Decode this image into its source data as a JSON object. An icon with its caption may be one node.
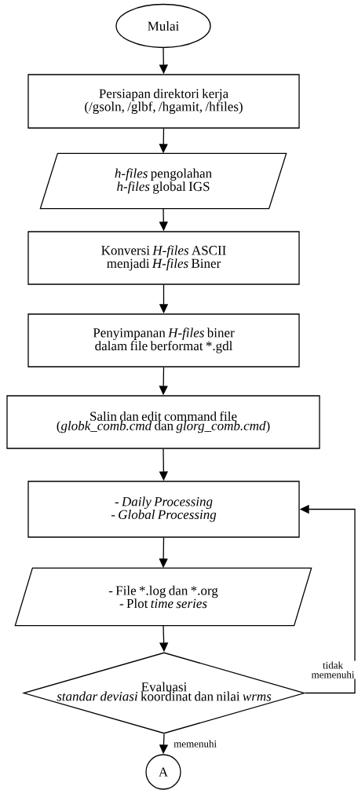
{
  "diagram": {
    "nodes": [
      {
        "text": [
          "Mulai"
        ]
      },
      {
        "text": [
          "Persiapan direktori kerja (/gsoln, /glbf, /hgamit, /hfiles)"
        ]
      },
      {
        "text": [
          "*h-files* pengolahan *h-files* global IGS"
        ]
      },
      {
        "text": [
          "Konversi *H-files* ASCII menjadi *H-files* Biner"
        ]
      },
      {
        "text": [
          "Penyimpanan *H-files* biner dalam file berformat *.gdl"
        ]
      },
      {
        "text": [
          "Salin dan edit command file (*globk_comb.cmd* dan *glorg_comb.cmd*)"
        ]
      },
      {
        "text": [
          "- *Daily Processing*",
          "- *Global Processing*"
        ]
      },
      {
        "text": [
          "- File *.log dan *.org",
          "- Plot *time series*"
        ]
      },
      {
        "text": [
          "Evaluasi",
          "*standar deviasi* koordinat dan nilai *wrms*"
        ]
      },
      {
        "text": [
          "A"
        ]
      }
    ],
    "edges": [
      {
        "from": 0,
        "to": 1,
        "arrow": "to"
      },
      {
        "from": 1,
        "to": 2,
        "arrow": "to"
      },
      {
        "from": 2,
        "to": 3,
        "arrow": "to"
      },
      {
        "from": 3,
        "to": 4,
        "arrow": "to"
      },
      {
        "from": 4,
        "to": 5,
        "arrow": "to"
      },
      {
        "from": 5,
        "to": 6,
        "arrow": "to"
      },
      {
        "from": 6,
        "to": 7,
        "arrow": "to"
      },
      {
        "from": 7,
        "to": 8,
        "arrow": "to"
      },
      {
        "from": 8,
        "to": 9,
        "label": "memenuhi",
        "arrow": "to"
      },
      {
        "from": 8,
        "to": 6,
        "label": "tidak memenuhi",
        "arrow": "to"
      }
    ]
  }
}
